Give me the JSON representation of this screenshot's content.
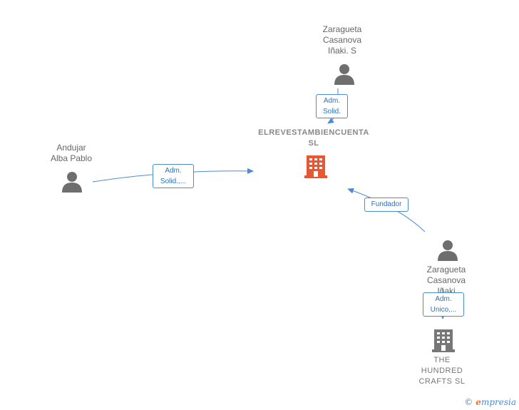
{
  "nodes": {
    "main_company": {
      "line1": "ELREVESTAMBIENCUENTA",
      "line2": "SL",
      "color": "#e8572f"
    },
    "person_top": {
      "line1": "Zaragueta",
      "line2": "Casanova",
      "line3": "Iñaki.  S"
    },
    "person_left": {
      "line1": "Andujar",
      "line2": "Alba Pablo"
    },
    "person_right": {
      "line1": "Zaragueta",
      "line2": "Casanova",
      "line3": "Iñaki"
    },
    "company_bottom": {
      "line1": "THE",
      "line2": "HUNDRED",
      "line3": "CRAFTS  SL",
      "color": "#777777"
    }
  },
  "edges": {
    "top_to_main": {
      "line1": "Adm.",
      "line2": "Solid."
    },
    "left_to_main": {
      "line1": "Adm.",
      "line2": "Solid.,..."
    },
    "right_to_main": {
      "line1": "Fundador"
    },
    "right_to_bottom": {
      "line1": "Adm.",
      "line2": "Unico,..."
    }
  },
  "colors": {
    "edge": "#4a8ad6",
    "person": "#6e6e6e"
  },
  "footer": {
    "copyright": "©",
    "brand_e": "e",
    "brand_rest": "mpresia"
  }
}
